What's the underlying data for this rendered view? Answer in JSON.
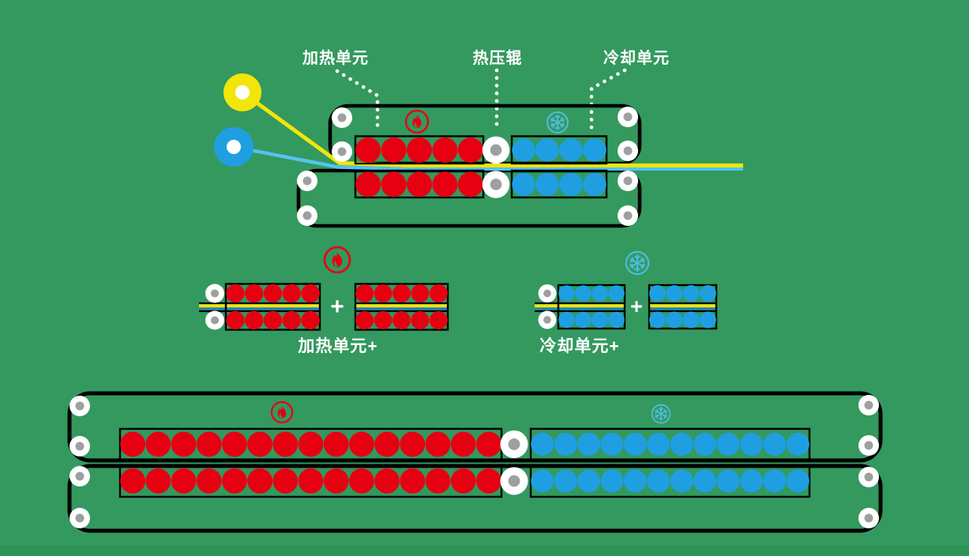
{
  "diagram": {
    "callouts": [
      {
        "id": "heating-unit",
        "label": "加热单元"
      },
      {
        "id": "hot-press-roller",
        "label": "热压辊"
      },
      {
        "id": "cooling-unit",
        "label": "冷却单元"
      }
    ],
    "top_machine": {
      "rows": 2,
      "heating_rollers_per_row": 5,
      "cooling_rollers_per_row": 4
    },
    "expansion": {
      "heating": {
        "plus_sign": "+",
        "label": "加热单元+",
        "blocks": 2,
        "rows_per_block": 2,
        "rollers_per_row": 5
      },
      "cooling": {
        "plus_sign": "+",
        "label": "冷却单元+",
        "blocks": 2,
        "rows_per_block": 2,
        "rollers_per_row": 4
      }
    },
    "bottom_machine": {
      "rows": 2,
      "heating_rollers_per_row": 15,
      "cooling_rollers_per_row": 12
    },
    "icons": {
      "heating": "flame-icon",
      "cooling": "snowflake-icon"
    },
    "colors": {
      "background": "#33995E",
      "background_lower_band": "#2F9258",
      "outline": "#000000",
      "heating_red": "#E60012",
      "cooling_blue": "#1F9FE2",
      "film_yellow": "#F2E50C",
      "film_blue": "#54C3F1",
      "sandwich_blue": "#2380C4",
      "snowflake_cyan": "#4FBCDF",
      "roller_gray": "#9EA0A0",
      "text_white": "#FFFFFF"
    }
  }
}
